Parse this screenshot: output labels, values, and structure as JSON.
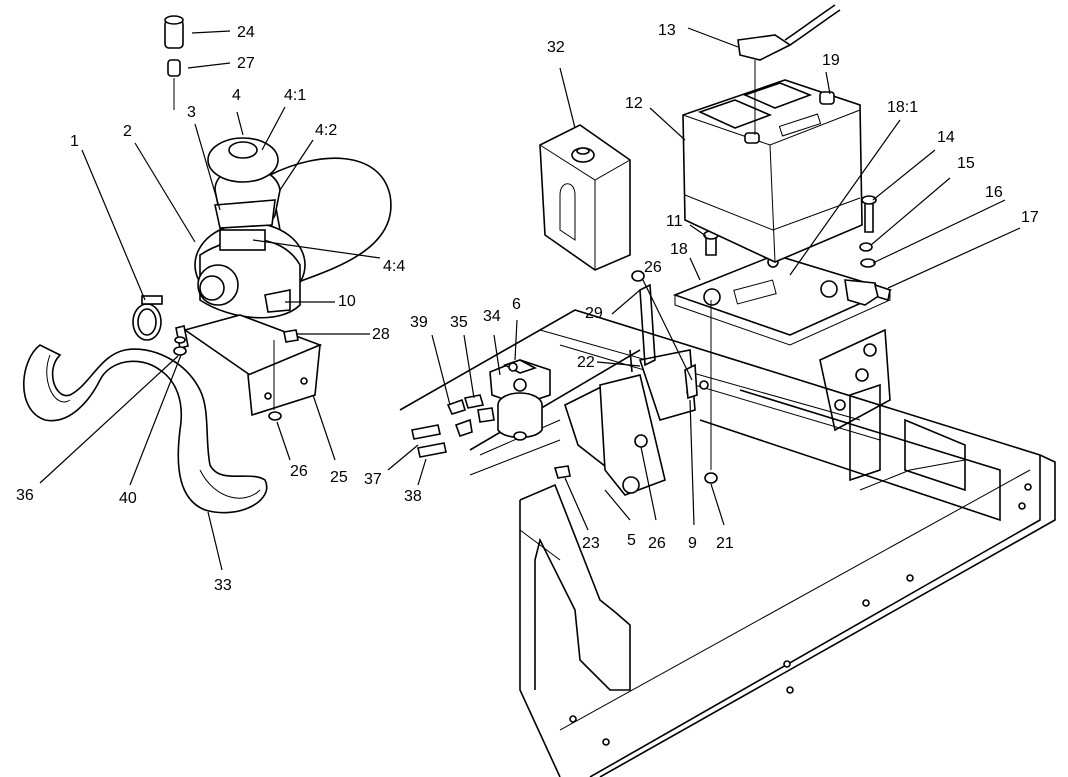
{
  "callouts": [
    {
      "id": "c1",
      "label": "1"
    },
    {
      "id": "c2",
      "label": "2"
    },
    {
      "id": "c3",
      "label": "3"
    },
    {
      "id": "c4",
      "label": "4"
    },
    {
      "id": "c4_1",
      "label": "4:1"
    },
    {
      "id": "c4_2",
      "label": "4:2"
    },
    {
      "id": "c4_4",
      "label": "4:4"
    },
    {
      "id": "c5",
      "label": "5"
    },
    {
      "id": "c6",
      "label": "6"
    },
    {
      "id": "c9",
      "label": "9"
    },
    {
      "id": "c10",
      "label": "10"
    },
    {
      "id": "c11",
      "label": "11"
    },
    {
      "id": "c12",
      "label": "12"
    },
    {
      "id": "c13",
      "label": "13"
    },
    {
      "id": "c14",
      "label": "14"
    },
    {
      "id": "c15",
      "label": "15"
    },
    {
      "id": "c16",
      "label": "16"
    },
    {
      "id": "c17",
      "label": "17"
    },
    {
      "id": "c18",
      "label": "18"
    },
    {
      "id": "c18_1",
      "label": "18:1"
    },
    {
      "id": "c19",
      "label": "19"
    },
    {
      "id": "c21",
      "label": "21"
    },
    {
      "id": "c22",
      "label": "22"
    },
    {
      "id": "c23",
      "label": "23"
    },
    {
      "id": "c24",
      "label": "24"
    },
    {
      "id": "c25",
      "label": "25"
    },
    {
      "id": "c26a",
      "label": "26"
    },
    {
      "id": "c26b",
      "label": "26"
    },
    {
      "id": "c26c",
      "label": "26"
    },
    {
      "id": "c27",
      "label": "27"
    },
    {
      "id": "c28",
      "label": "28"
    },
    {
      "id": "c29",
      "label": "29"
    },
    {
      "id": "c32",
      "label": "32"
    },
    {
      "id": "c33",
      "label": "33"
    },
    {
      "id": "c34",
      "label": "34"
    },
    {
      "id": "c35",
      "label": "35"
    },
    {
      "id": "c36",
      "label": "36"
    },
    {
      "id": "c37",
      "label": "37"
    },
    {
      "id": "c38",
      "label": "38"
    },
    {
      "id": "c39",
      "label": "39"
    },
    {
      "id": "c40",
      "label": "40"
    }
  ],
  "icons": {
    "air_cleaner": "air-cleaner-icon",
    "battery": "battery-icon",
    "reservoir": "reservoir-tank-icon",
    "fuel_filter": "fuel-filter-icon",
    "hose": "intake-hose-icon",
    "frame": "chassis-frame-icon"
  }
}
